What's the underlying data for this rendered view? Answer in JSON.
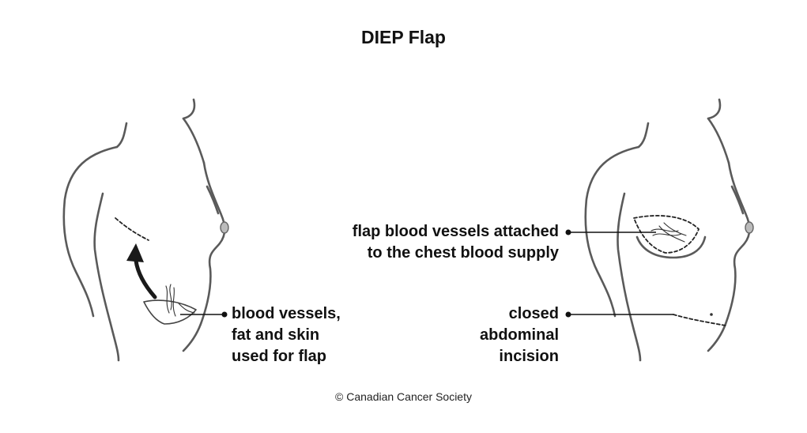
{
  "title": "DIEP Flap",
  "labels": {
    "left_bottom": [
      "blood vessels,",
      "fat and skin",
      "used for flap"
    ],
    "right_top": [
      "flap blood vessels attached",
      "to the chest blood supply"
    ],
    "right_bottom": [
      "closed",
      "abdominal",
      "incision"
    ]
  },
  "copyright": "© Canadian Cancer Society"
}
